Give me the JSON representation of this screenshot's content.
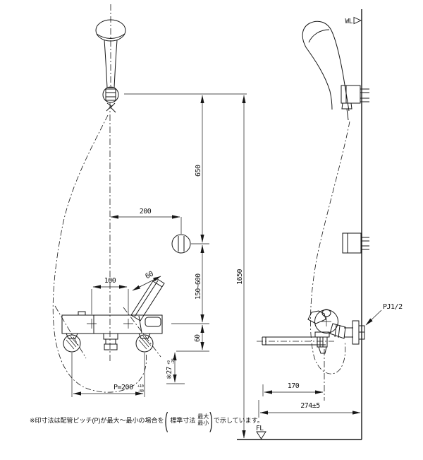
{
  "colors": {
    "line": "#161616",
    "background": "#ffffff"
  },
  "front_view": {
    "dim_head_to_bracket": "650",
    "dim_total_height": "1650",
    "dim_adjust_range": "150~600",
    "dim_bracket_offset": "200",
    "dim_inlet_span": "100",
    "dim_lever_length": "60",
    "dim_center_drop": "60",
    "pitch_label": {
      "base": "P=200",
      "tol_upper": "+10",
      "tol_lower": "-80"
    },
    "starred_dim": {
      "base": "※27",
      "tol_upper": "+9",
      "tol_lower": "-26"
    }
  },
  "side_view": {
    "wall_line_label": "WL",
    "floor_line_label": "FL",
    "connection_label": "PJ1/2",
    "dim_spout_reach": "170",
    "dim_total_projection": "274±5"
  },
  "note": {
    "prefix": "※印寸法は配管ピッチ(P)が最大～最小の場合を",
    "paren_open": "(",
    "standard_label": "標準寸法",
    "max_label": "最大",
    "min_label": "最小",
    "paren_close": ")",
    "suffix": "で示しています。"
  }
}
